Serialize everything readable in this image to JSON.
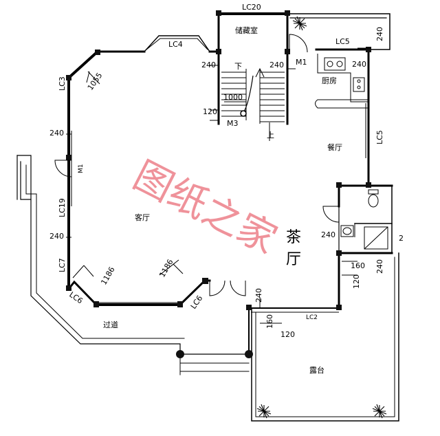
{
  "rooms": {
    "storage": "储藏室",
    "kitchen": "厨房",
    "dining": "餐厅",
    "living": "客厅",
    "tea_1": "茶",
    "tea_2": "厅",
    "corridor": "过道",
    "terrace": "露台"
  },
  "stairs": {
    "down": "下",
    "up": "上",
    "width": "1000"
  },
  "dimensions": {
    "d240_stair_left": "240",
    "d240_stair_right": "240",
    "d120_stair": "120",
    "d240_kitchen_top": "240",
    "d240_kitchen": "240",
    "d240_left_a": "240",
    "d240_left_b": "240",
    "d1055": "1055",
    "d1186_left": "1186",
    "d1186_right": "1186",
    "d240_tea": "240",
    "d2_right": "2",
    "d160_right": "160",
    "d120_right": "120",
    "d240_right_bottom": "240",
    "d240_lower": "240",
    "d160_lower": "160",
    "d120_lower": "120"
  },
  "windows": {
    "lc20": "LC20",
    "lc5_top": "LC5",
    "lc4": "LC4",
    "lc3": "LC3",
    "lc5_right": "LC5",
    "lc19": "LC19",
    "lc7": "LC7",
    "lc6_left": "LC6",
    "lc6_right": "LC6",
    "lc2": "LC2"
  },
  "doors": {
    "m1_top": "M1",
    "m1_left": "M1",
    "m3": "M3"
  },
  "watermark": "图纸之家"
}
